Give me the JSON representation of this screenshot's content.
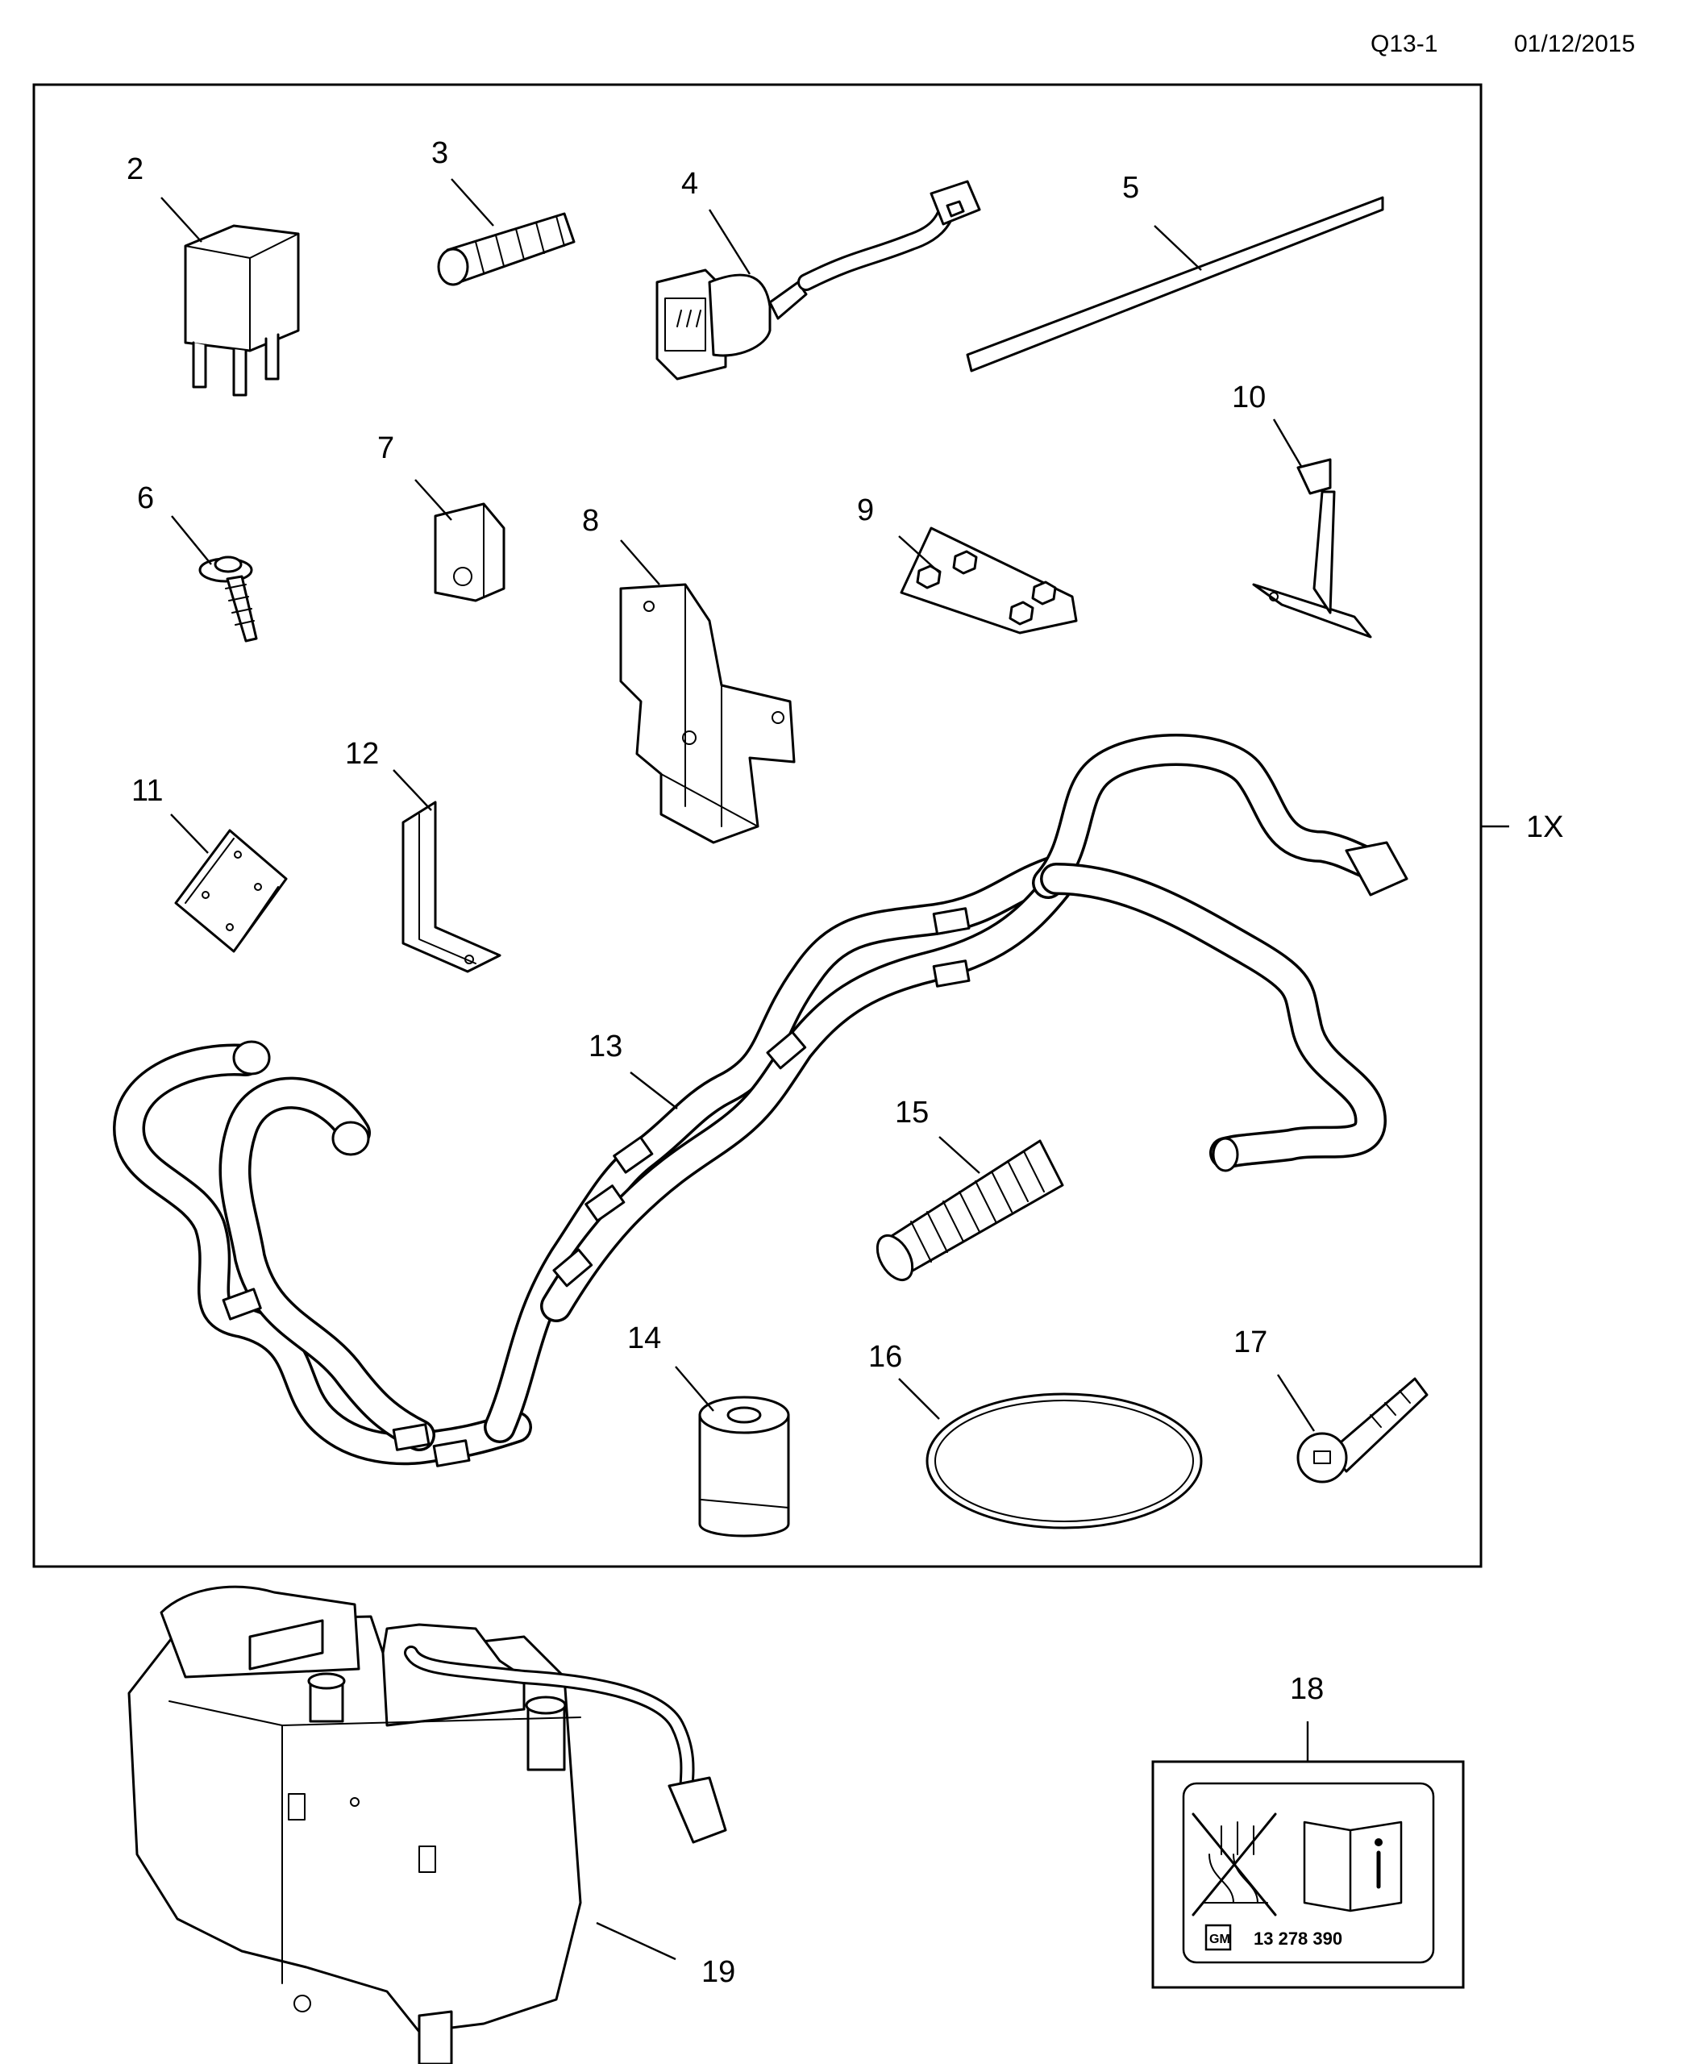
{
  "header": {
    "ref": "Q13-1",
    "date": "01/12/2015"
  },
  "kit_label": "1X",
  "callouts": {
    "p2": "2",
    "p3": "3",
    "p4": "4",
    "p5": "5",
    "p6": "6",
    "p7": "7",
    "p8": "8",
    "p9": "9",
    "p10": "10",
    "p11": "11",
    "p12": "12",
    "p13": "13",
    "p14": "14",
    "p15": "15",
    "p16": "16",
    "p17": "17",
    "p18": "18",
    "p19": "19"
  },
  "label_18": {
    "part_number": "13 278 390",
    "logo": "GM"
  }
}
